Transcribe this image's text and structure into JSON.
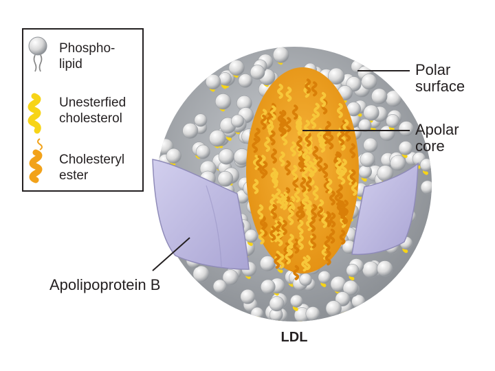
{
  "legend": {
    "items": [
      {
        "lines": [
          "Phospho-",
          "lipid"
        ],
        "icon": "phospholipid-icon"
      },
      {
        "lines": [
          "Unesterfied",
          "cholesterol"
        ],
        "icon": "unesterified-cholesterol-icon"
      },
      {
        "lines": [
          "Cholesteryl",
          "ester"
        ],
        "icon": "cholesteryl-ester-icon"
      }
    ]
  },
  "callouts": {
    "polar_surface": [
      "Polar",
      "surface"
    ],
    "apolar_core": [
      "Apolar",
      "core"
    ],
    "apolipoprotein": "Apolipoprotein B"
  },
  "caption": "LDL",
  "colors": {
    "lipid_head": "#dcdcdc",
    "lipid_shadow": "#9a9ea3",
    "cholesterol": "#f7d417",
    "ester": "#f2a21a",
    "core": "#f0a31e",
    "protein": "#bdb9dd",
    "protein_edge": "#8f8bb8",
    "text": "#231f20"
  }
}
